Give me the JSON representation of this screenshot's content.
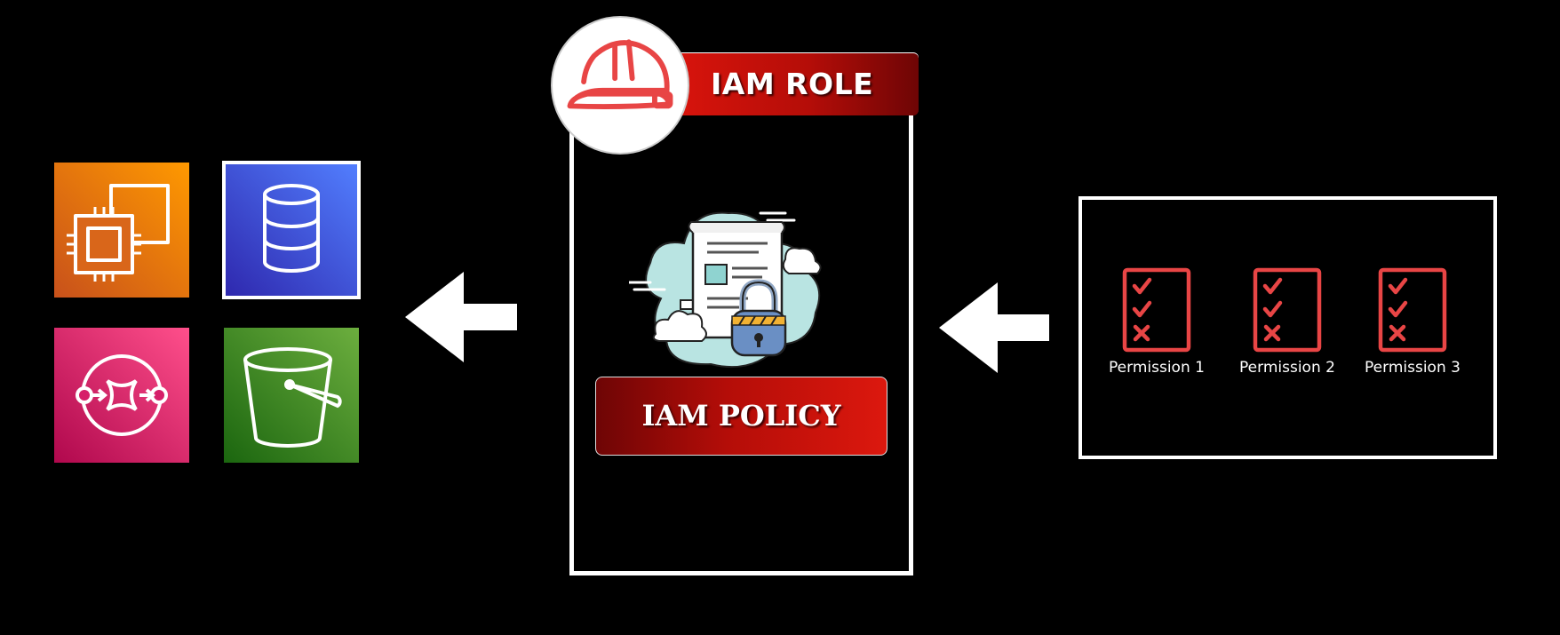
{
  "role": {
    "title": "IAM ROLE",
    "icon": "hard-hat-icon"
  },
  "policy": {
    "title": "IAM POLICY",
    "icon": "document-lock-icon"
  },
  "services": [
    {
      "icon": "ec2-compute-icon",
      "color": "#ea7a10"
    },
    {
      "icon": "database-icon",
      "color": "#3b48cc"
    },
    {
      "icon": "event-bridge-icon",
      "color": "#e0236b"
    },
    {
      "icon": "s3-bucket-icon",
      "color": "#3f8624"
    }
  ],
  "permissions": [
    {
      "label": "Permission 1"
    },
    {
      "label": "Permission 2"
    },
    {
      "label": "Permission 3"
    }
  ],
  "colors": {
    "accent_red": "#d8140c",
    "checklist_red": "#e84545",
    "background": "#000000"
  }
}
